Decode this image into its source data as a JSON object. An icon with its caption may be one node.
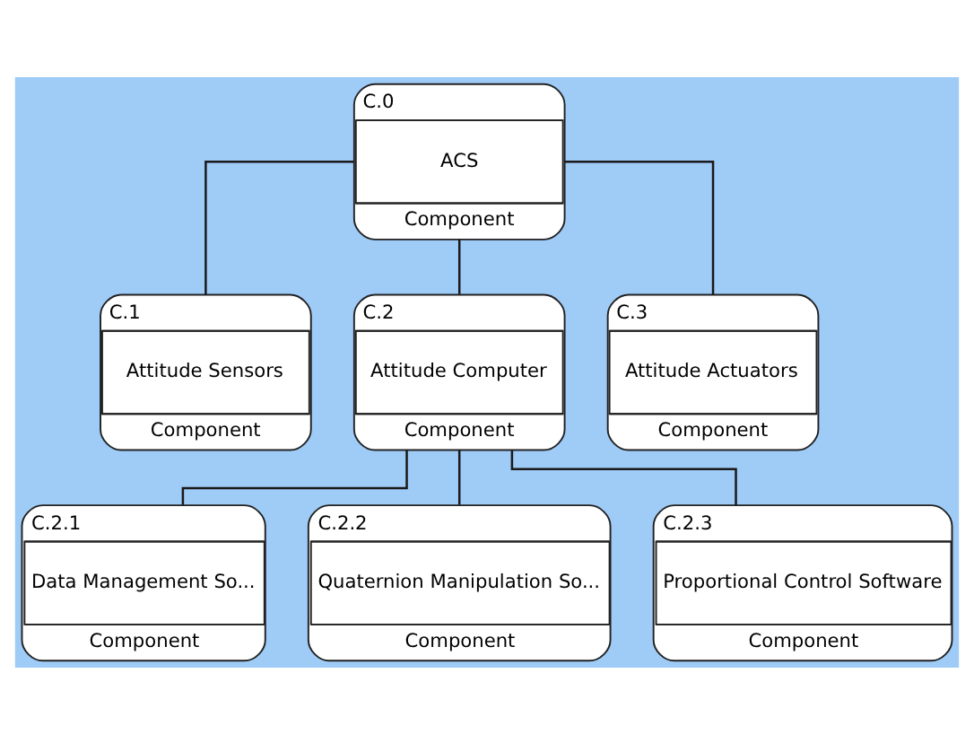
{
  "diagram": {
    "nodes": [
      {
        "text": [
          "C.0",
          "ACS",
          "Component"
        ]
      },
      {
        "text": [
          "C.1",
          "Attitude Sensors",
          "Component"
        ]
      },
      {
        "text": [
          "C.2",
          "Attitude Computer",
          "Component"
        ]
      },
      {
        "text": [
          "C.3",
          "Attitude Actuators",
          "Component"
        ]
      },
      {
        "text": [
          "C.2.1",
          "Data Management So...",
          "Component"
        ]
      },
      {
        "text": [
          "C.2.2",
          "Quaternion Manipulation So...",
          "Component"
        ]
      },
      {
        "text": [
          "C.2.3",
          "Proportional Control Software",
          "Component"
        ]
      }
    ],
    "edges": [
      {
        "from": 0,
        "to": 1,
        "arrow": "none"
      },
      {
        "from": 0,
        "to": 2,
        "arrow": "none"
      },
      {
        "from": 0,
        "to": 3,
        "arrow": "none"
      },
      {
        "from": 2,
        "to": 4,
        "arrow": "none"
      },
      {
        "from": 2,
        "to": 5,
        "arrow": "none"
      },
      {
        "from": 2,
        "to": 6,
        "arrow": "none"
      }
    ]
  }
}
